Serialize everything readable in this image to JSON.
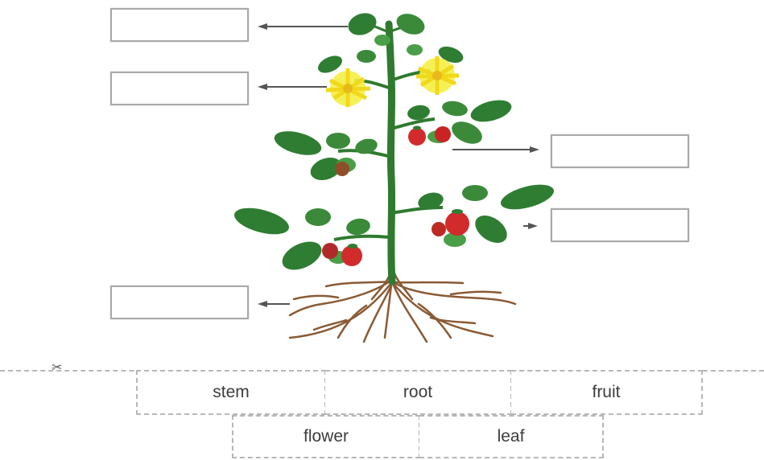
{
  "label_boxes": [
    {
      "id": "box-1",
      "value": ""
    },
    {
      "id": "box-2",
      "value": ""
    },
    {
      "id": "box-3",
      "value": ""
    },
    {
      "id": "box-4",
      "value": ""
    },
    {
      "id": "box-5",
      "value": ""
    }
  ],
  "word_bank": {
    "row1": [
      "stem",
      "root",
      "fruit"
    ],
    "row2": [
      "flower",
      "leaf"
    ]
  },
  "icons": {
    "scissors": "scissors-icon"
  },
  "colors": {
    "leaf": "#2f7d32",
    "leaf_light": "#4a9e47",
    "stem": "#2f7a2f",
    "flower": "#f5ee45",
    "fruit": "#d22b2b",
    "root": "#8a5a34",
    "box_border": "#a9a9a9",
    "dash": "#b7b7b7"
  }
}
